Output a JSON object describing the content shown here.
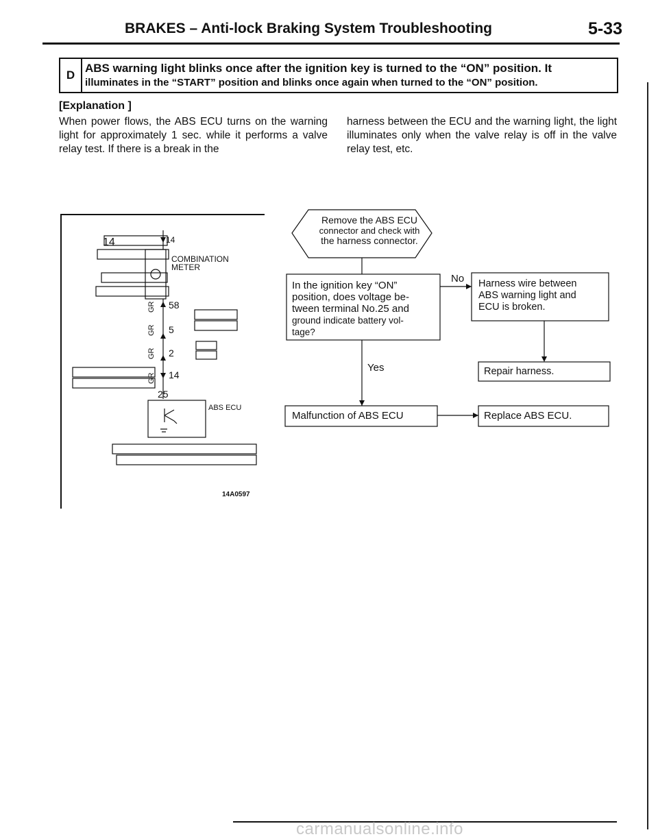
{
  "header": {
    "section": "BRAKES – Anti-lock Braking System Troubleshooting",
    "page": "5-33"
  },
  "code": {
    "letter": "D",
    "line1": "ABS warning light blinks once after the ignition key is turned to the “ON” position. It",
    "line2": "illuminates in the “START” position and blinks once again when turned to the “ON” position."
  },
  "explanation": {
    "heading": "[Explanation ]",
    "left": "When power flows, the ABS ECU turns on the warning light for approximately 1 sec. while it performs a valve relay test. If there is a break in the",
    "right": "harness between the ECU and the warning light, the light illuminates only when the valve relay is off in the valve relay test, etc."
  },
  "diagram": {
    "label_combination": "COMBINATION",
    "label_meter": "METER",
    "label_abs_ecu": "ABS ECU",
    "wire_color": "GR",
    "terminals": [
      "14",
      "58",
      "5",
      "2",
      "14",
      "25"
    ],
    "connector_left_top": "14",
    "figure_code": "14A0597"
  },
  "flowchart": {
    "start": [
      "Remove the ABS ECU",
      "connector and check with",
      "the harness connector."
    ],
    "question": [
      "In the ignition key “ON”",
      "position, does voltage be-",
      "tween terminal No.25 and",
      "ground indicate battery vol-",
      "tage?"
    ],
    "no_label": "No",
    "yes_label": "Yes",
    "no_result": [
      "Harness wire between",
      "ABS warning light and",
      "ECU is broken."
    ],
    "repair": "Repair harness.",
    "malfunction": "Malfunction of ABS ECU",
    "replace": "Replace ABS ECU."
  },
  "footer": {
    "watermark": "carmanualsonline.info"
  }
}
